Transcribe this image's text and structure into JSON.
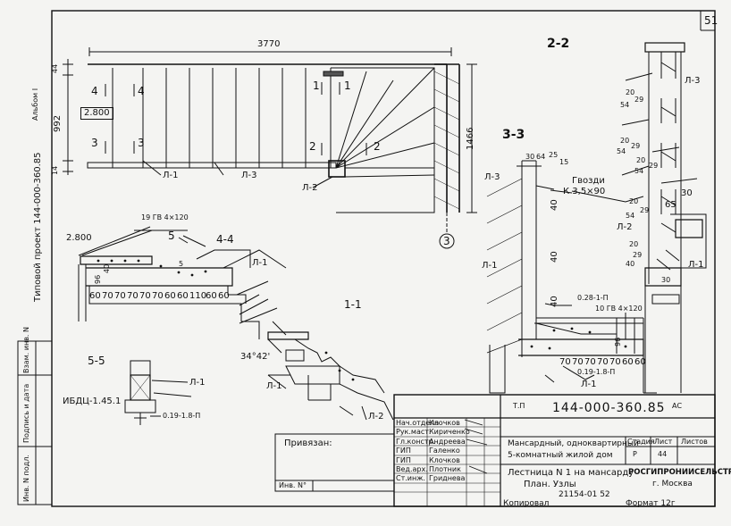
{
  "sheet": {
    "number": "51",
    "album": "Альбом I",
    "series": "Типовой проект 144-000-360.85",
    "side_stamp": [
      "Инв. N подл.",
      "Подпись и дата",
      "Взам. инв. N"
    ]
  },
  "plan": {
    "dim_total": "3770",
    "dim_44": "44",
    "dim_992": "992",
    "dim_14": "14",
    "dim_1466": "1466",
    "level": "2.800",
    "cut_1": "1",
    "cut_2": "2",
    "cut_3": "3",
    "cut_4": "4",
    "label_l1": "Л-1",
    "label_l2": "Л-2",
    "label_l3": "Л-3",
    "axis": "3"
  },
  "section_11": {
    "title": "1-1",
    "level": "2.800",
    "nails": "19 ГВ 4×120",
    "cut_5": "5",
    "steps": [
      "60",
      "70",
      "70",
      "70",
      "70",
      "70",
      "60",
      "60",
      "110",
      "60",
      "60"
    ],
    "dim_40": "40",
    "dim_96": "96",
    "angle": "34°42'",
    "label_l1": "Л-1",
    "label_l2": "Л-2"
  },
  "section_44": {
    "title": "4-4"
  },
  "section_55": {
    "title": "5-5",
    "part": "ИБДЦ-1.45.1",
    "dowel": "0.19-1.8-П",
    "label_l1": "Л-1"
  },
  "section_22": {
    "title": "2-2",
    "dims": [
      "20",
      "29",
      "54",
      "20",
      "29",
      "54",
      "20",
      "29",
      "54",
      "30",
      "65",
      "20",
      "29",
      "54",
      "40",
      "30"
    ],
    "label_l1": "Л-1",
    "label_l2": "Л-2",
    "label_l3": "Л-3"
  },
  "section_33": {
    "title": "3-3",
    "top_dims": [
      "30",
      "64",
      "25",
      "15"
    ],
    "nail_note": "Гвозди",
    "nail_size": "К 3,5×90",
    "dims_40": [
      "40",
      "40",
      "40"
    ],
    "part_a": "0.28-1-П",
    "nails": "10 ГВ 4×120",
    "steps": [
      "70",
      "70",
      "70",
      "70",
      "70",
      "60",
      "60"
    ],
    "dim_96": "96",
    "part_b": "0.19-1.8-П",
    "label_l1": "Л-1",
    "label_l3": "Л-3"
  },
  "title_block": {
    "code_prefix": "Т.П",
    "code": "144-000-360.85",
    "stage_mark": "АС",
    "binding_label": "Привязан:",
    "inv_label": "Инв. N°",
    "roles": [
      {
        "role": "Нач.отдела",
        "name": "Клочков"
      },
      {
        "role": "Рук.маст.",
        "name": "Кириченко"
      },
      {
        "role": "Гл.констр.",
        "name": "Андреева"
      },
      {
        "role": "ГИП",
        "name": "Галенко"
      },
      {
        "role": "ГИП",
        "name": "Клочков"
      },
      {
        "role": "Вед.арх.",
        "name": "Плотник"
      },
      {
        "role": "Ст.инж.",
        "name": "Гриднева"
      }
    ],
    "building_line1": "Мансардный, одноквартирный",
    "building_line2": "5-комнатный жилой дом",
    "sheet_line1": "Лестница N 1 на мансарду",
    "sheet_line2": "План. Узлы",
    "col_stage": "Стадия",
    "col_sheet": "Лист",
    "col_sheets": "Листов",
    "stage_value": "Р",
    "sheet_value": "44",
    "org_line1": "РОСГИПРОНИИСЕЛЬСТРОЙ",
    "org_line2": "г. Москва",
    "order_no": "21154-01 52",
    "copied_label": "Копировал",
    "format_label": "Формат 12г"
  }
}
